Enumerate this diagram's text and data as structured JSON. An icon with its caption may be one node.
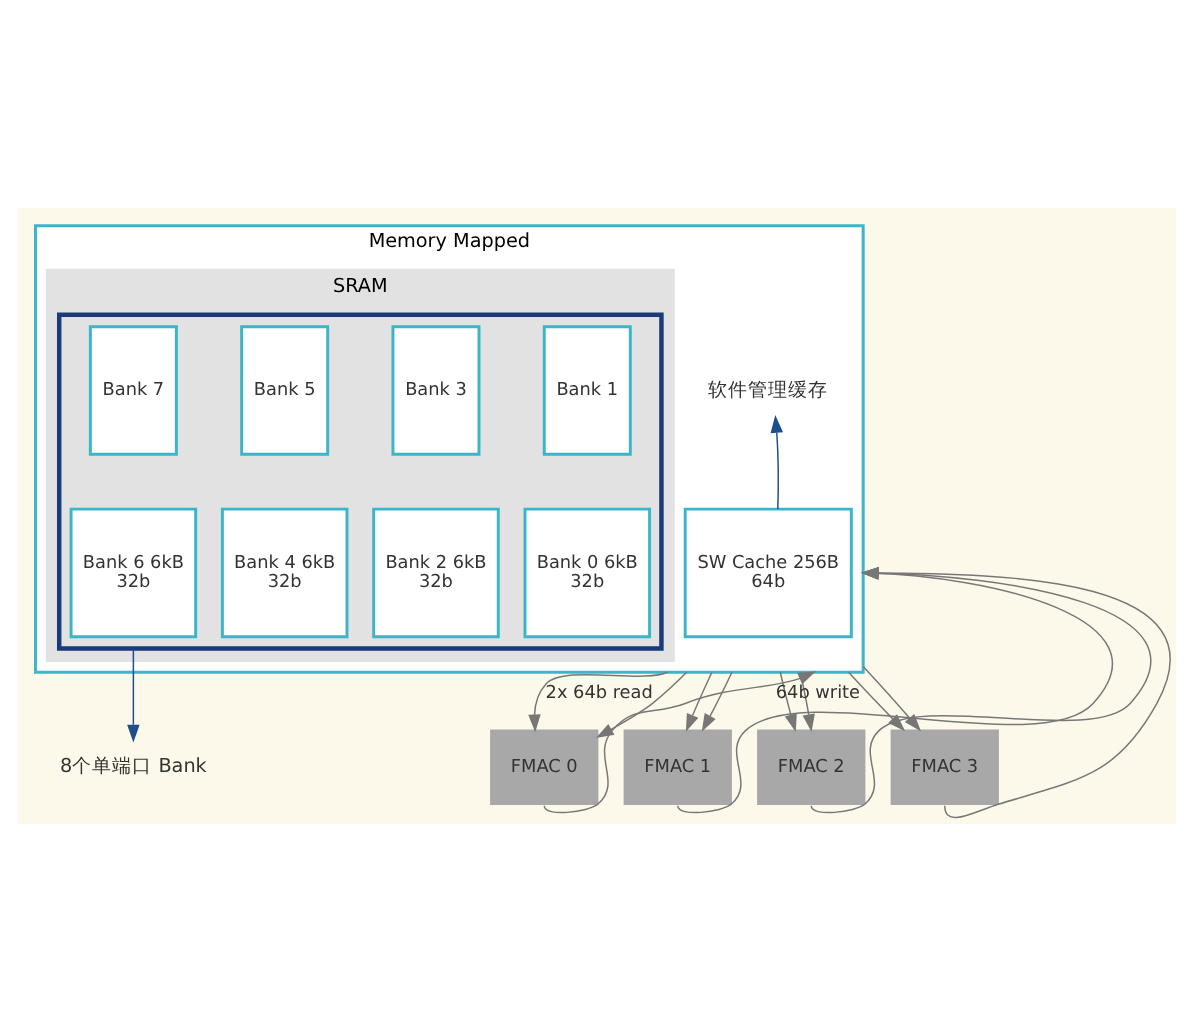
{
  "diagram": {
    "nodes": [
      {
        "text": [
          "Memory Mapped"
        ]
      },
      {
        "text": [
          "SRAM"
        ],
        "in": 0
      },
      {
        "text": [],
        "shape": "box",
        "in": 1
      },
      {
        "text": [
          "Bank 1"
        ],
        "in": 2
      },
      {
        "text": [
          "Bank 3"
        ],
        "in": 2
      },
      {
        "text": [
          "Bank 5"
        ],
        "in": 2
      },
      {
        "text": [
          "Bank 7"
        ],
        "in": 2
      },
      {
        "text": [
          "Bank 0 6kB",
          "32b"
        ],
        "in": 2
      },
      {
        "text": [
          "Bank 2 6kB",
          "32b"
        ],
        "in": 2
      },
      {
        "text": [
          "Bank 4 6kB",
          "32b"
        ],
        "in": 2
      },
      {
        "text": [
          "Bank 6 6kB",
          "32b"
        ],
        "in": 2
      },
      {
        "text": [
          "软件管理缓存"
        ],
        "in": 0
      },
      {
        "text": [
          "SW Cache 256B",
          "64b"
        ],
        "in": 0
      },
      {
        "text": [
          "8个单端口 Bank"
        ]
      },
      {
        "text": [
          "FMAC 0"
        ]
      },
      {
        "text": [
          "FMAC 1"
        ]
      },
      {
        "text": [
          "FMAC 2"
        ]
      },
      {
        "text": [
          "FMAC 3"
        ]
      }
    ],
    "edges": [
      {
        "from": 12,
        "to": 11,
        "arrow": "to",
        "color": "#1f4e8c"
      },
      {
        "from": 2,
        "to": 13,
        "arrow": "to",
        "color": "#1f4e8c"
      },
      {
        "from": 0,
        "to": 14,
        "arrow": "to",
        "label": "2x 64b read"
      },
      {
        "from": 0,
        "to": 15,
        "arrow": "to"
      },
      {
        "from": 0,
        "to": 16,
        "arrow": "to"
      },
      {
        "from": 0,
        "to": 17,
        "arrow": "to"
      },
      {
        "from": 0,
        "to": 14,
        "arrow": "to"
      },
      {
        "from": 0,
        "to": 15,
        "arrow": "to"
      },
      {
        "from": 0,
        "to": 16,
        "arrow": "to"
      },
      {
        "from": 0,
        "to": 17,
        "arrow": "to"
      },
      {
        "from": 14,
        "to": 0,
        "arrow": "to",
        "label": "64b write"
      },
      {
        "from": 15,
        "to": 0,
        "arrow": "to"
      },
      {
        "from": 16,
        "to": 0,
        "arrow": "to"
      },
      {
        "from": 17,
        "to": 0,
        "arrow": "to"
      }
    ]
  }
}
